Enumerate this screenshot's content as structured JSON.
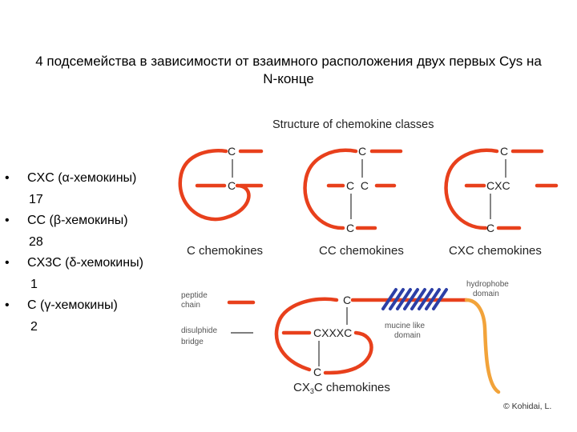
{
  "slide": {
    "title": "4 подсемейства в зависимости от взаимного расположения двух первых Cys на N-конце"
  },
  "bullets": [
    {
      "marker": "•",
      "label": "CXC (α-хемокины)",
      "count": "17"
    },
    {
      "marker": "•",
      "label": "CC (β-хемокины)",
      "count": "28"
    },
    {
      "marker": "•",
      "label": "CX3C (δ-хемокины)",
      "count": "1"
    },
    {
      "marker": "•",
      "label": "C (γ-хемокины)",
      "count": "2"
    }
  ],
  "figure": {
    "title": "Structure of chemokine classes",
    "classes": {
      "c": {
        "top": "C",
        "mid": "C",
        "caption": "C chemokines"
      },
      "cc": {
        "top": "C",
        "mid": "C  C",
        "bottom": "C",
        "caption": "CC chemokines"
      },
      "cxc": {
        "top": "C",
        "mid": "CXC",
        "bottom": "C",
        "caption": "CXC chemokines"
      },
      "cx3c": {
        "top": "C",
        "mid": "CXXXC",
        "bottom": "C",
        "caption_main": "CX",
        "caption_sub": "3",
        "caption_rest": "C chemokines"
      }
    },
    "legend": {
      "peptide_chain": [
        "peptide",
        "chain"
      ],
      "disulphide_bridge": [
        "disulphide",
        "bridge"
      ],
      "mucine_like_domain": [
        "mucine like",
        "domain"
      ],
      "hydrophobe_domain": [
        "hydrophobe",
        "domain"
      ]
    },
    "copyright": "© Kohidai, L.",
    "colors": {
      "chain": "#e8401c",
      "mucine": "#2c3fa6",
      "hydrophobe": "#f2a33a",
      "panel": "#ffffff"
    }
  }
}
